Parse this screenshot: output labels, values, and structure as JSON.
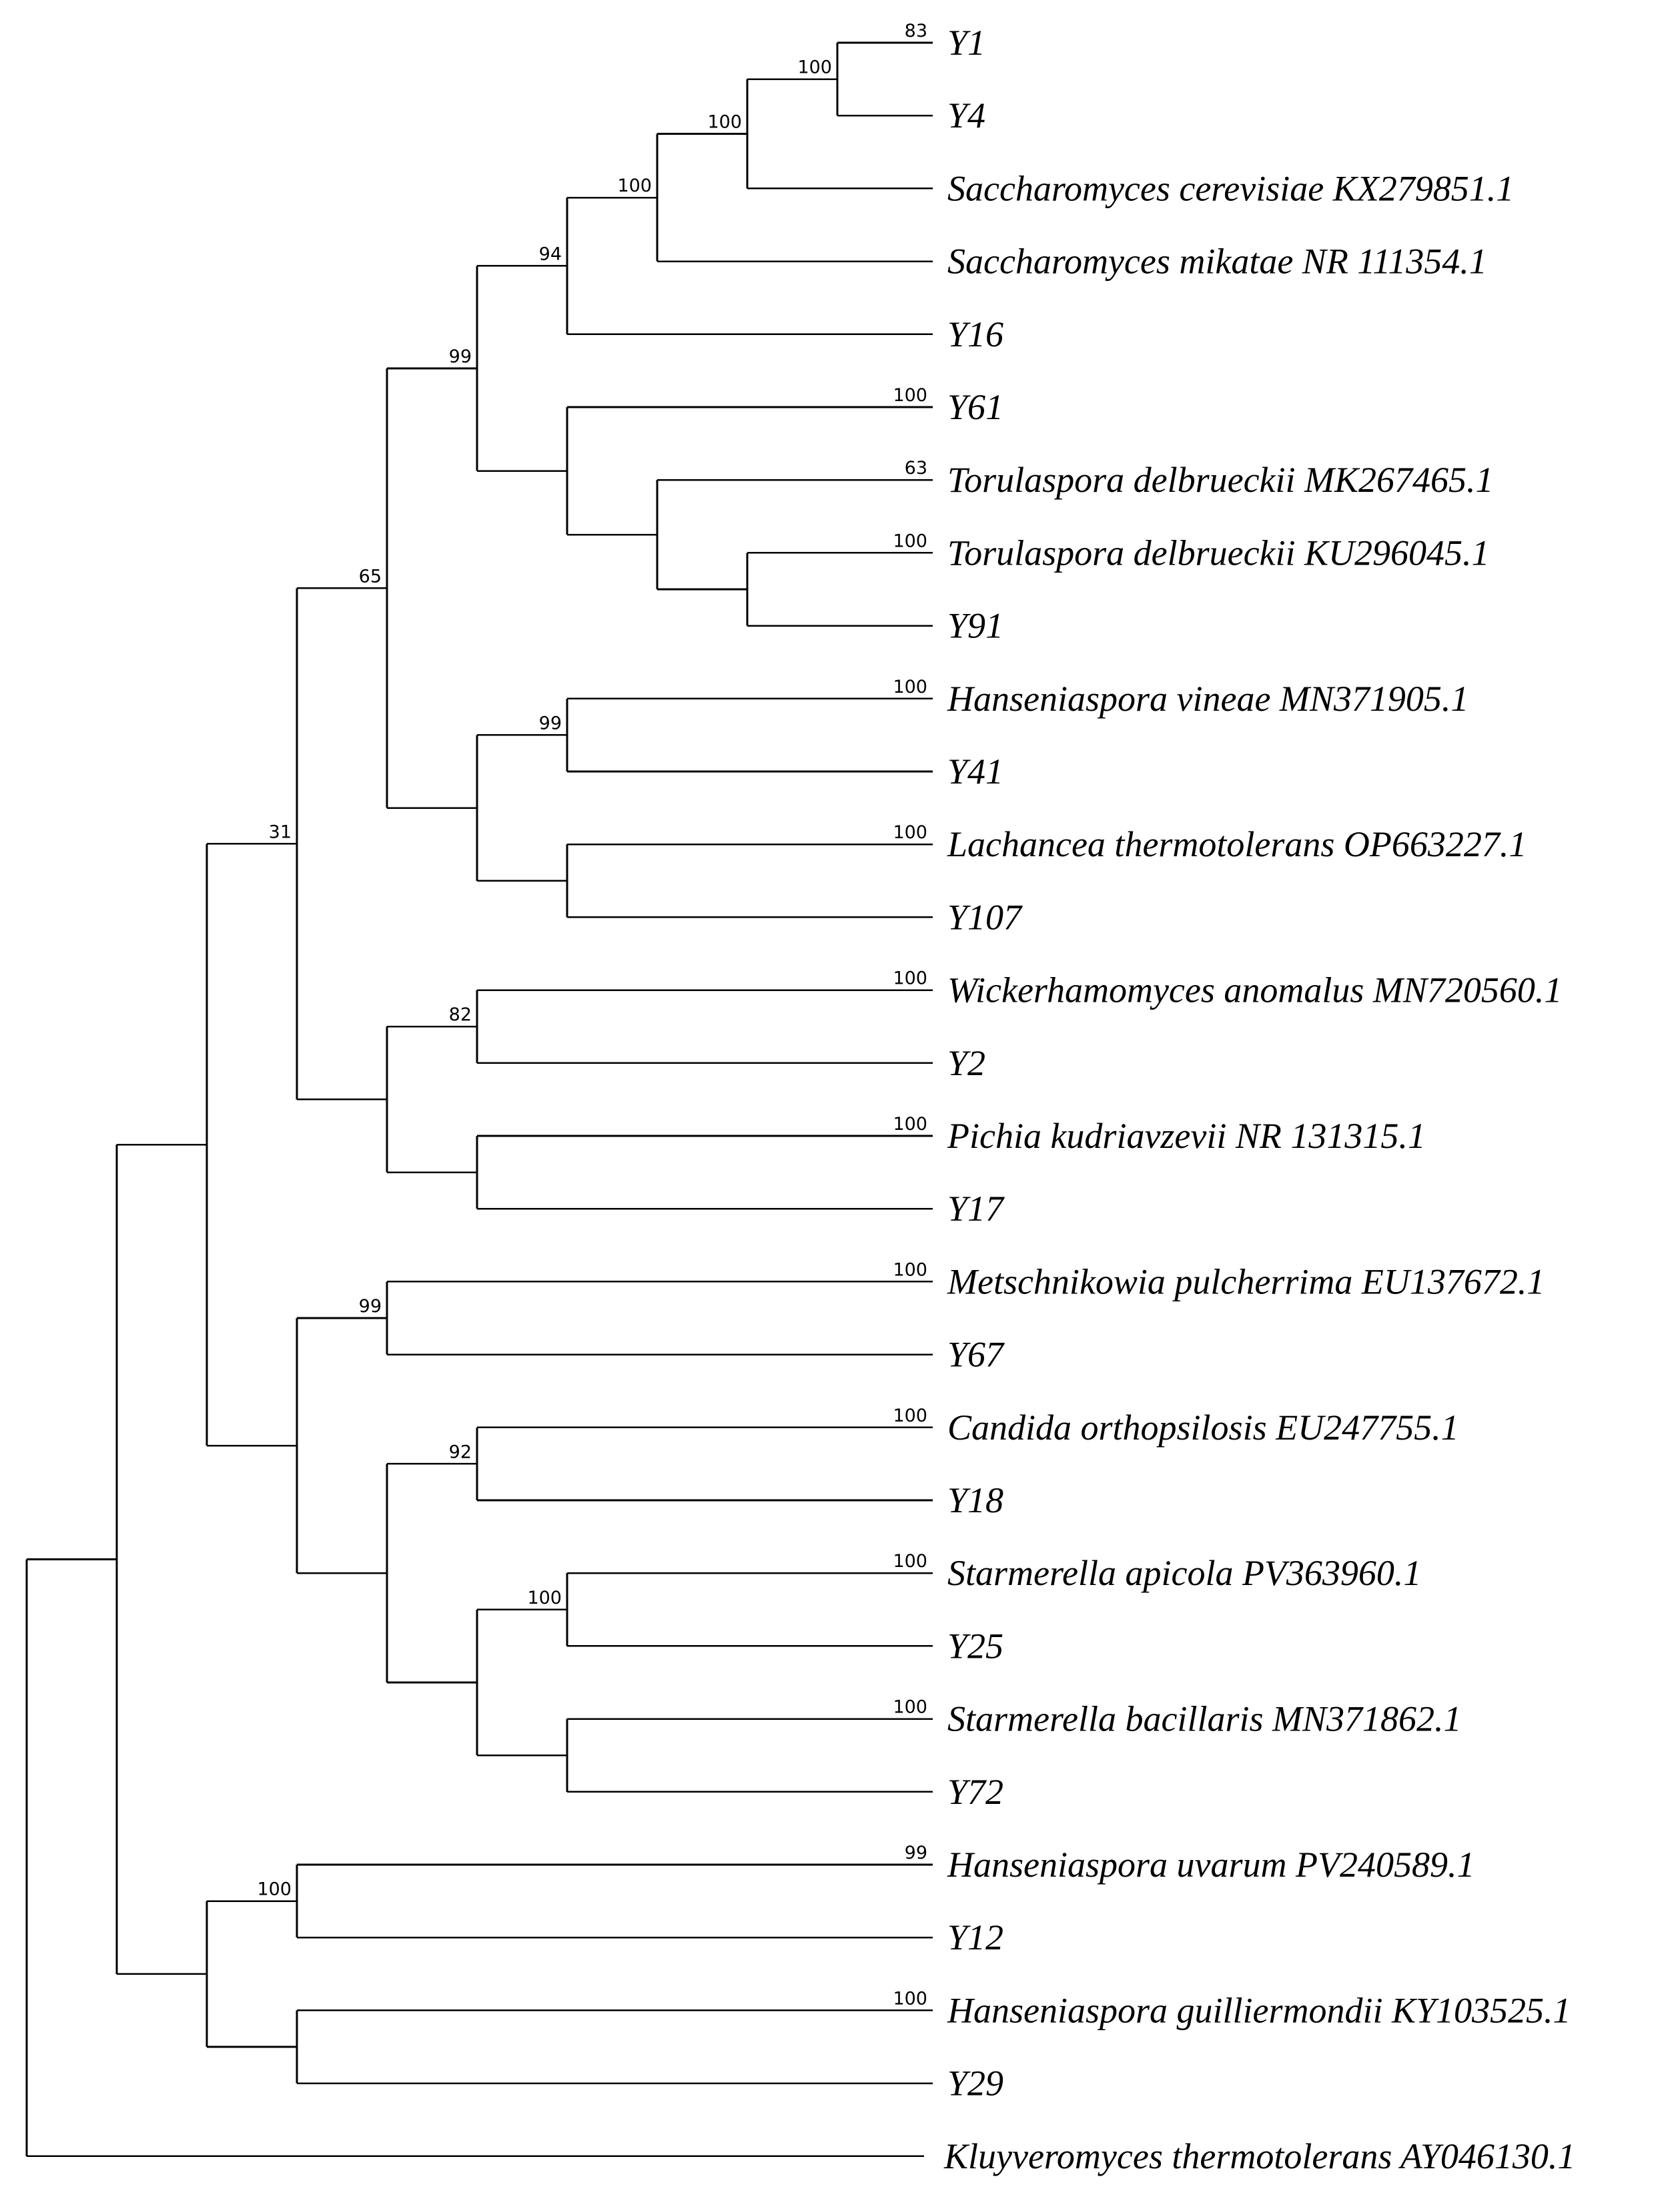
{
  "tree": {
    "children": [
      {
        "support": "31",
        "children": [
          {
            "support": "65",
            "children": [
              {
                "support": "99",
                "children": [
                  {
                    "support": "94",
                    "children": [
                      {
                        "support": "100",
                        "children": [
                          {
                            "support": "100",
                            "children": [
                              {
                                "support": "100",
                                "children": [
                                  {
                                    "support": "83",
                                    "children": [
                                      {
                                        "name": "Y1"
                                      },
                                      {
                                        "name": "Y4"
                                      }
                                    ]
                                  },
                                  {
                                    "name": "Saccharomyces cerevisiae KX279851.1"
                                  }
                                ]
                              },
                              {
                                "name": "Saccharomyces mikatae NR 111354.1"
                              }
                            ]
                          },
                          {
                            "name": "Y16"
                          }
                        ]
                      },
                      {
                        "support": "100",
                        "children": [
                          {
                            "name": "Y61"
                          },
                          {
                            "support": "63",
                            "children": [
                              {
                                "name": "Torulaspora delbrueckii MK267465.1"
                              },
                              {
                                "support": "100",
                                "children": [
                                  {
                                    "name": "Torulaspora delbrueckii KU296045.1"
                                  },
                                  {
                                    "name": "Y91"
                                  }
                                ]
                              }
                            ]
                          }
                        ]
                      }
                    ]
                  },
                  {
                    "support": "99",
                    "children": [
                      {
                        "support": "100",
                        "children": [
                          {
                            "name": "Hanseniaspora vineae MN371905.1"
                          },
                          {
                            "name": "Y41"
                          }
                        ]
                      },
                      {
                        "support": "100",
                        "children": [
                          {
                            "name": "Lachancea thermotolerans OP663227.1"
                          },
                          {
                            "name": "Y107"
                          }
                        ]
                      }
                    ]
                  }
                ]
              },
              {
                "support": "82",
                "children": [
                  {
                    "support": "100",
                    "children": [
                      {
                        "name": "Wickerhamomyces anomalus MN720560.1"
                      },
                      {
                        "name": "Y2"
                      }
                    ]
                  },
                  {
                    "support": "100",
                    "children": [
                      {
                        "name": "Pichia kudriavzevii NR 131315.1"
                      },
                      {
                        "name": "Y17"
                      }
                    ]
                  }
                ]
              }
            ]
          },
          {
            "support": "99",
            "children": [
              {
                "support": "100",
                "children": [
                  {
                    "name": "Metschnikowia pulcherrima EU137672.1"
                  },
                  {
                    "name": "Y67"
                  }
                ]
              },
              {
                "support": "92",
                "children": [
                  {
                    "support": "100",
                    "children": [
                      {
                        "name": "Candida orthopsilosis EU247755.1"
                      },
                      {
                        "name": "Y18"
                      }
                    ]
                  },
                  {
                    "support": "100",
                    "children": [
                      {
                        "support": "100",
                        "children": [
                          {
                            "name": "Starmerella apicola PV363960.1"
                          },
                          {
                            "name": "Y25"
                          }
                        ]
                      },
                      {
                        "support": "100",
                        "children": [
                          {
                            "name": "Starmerella bacillaris MN371862.1"
                          },
                          {
                            "name": "Y72"
                          }
                        ]
                      }
                    ]
                  }
                ]
              }
            ]
          }
        ]
      },
      {
        "support": "100",
        "children": [
          {
            "support": "99",
            "children": [
              {
                "name": "Hanseniaspora uvarum PV240589.1"
              },
              {
                "name": "Y12"
              }
            ]
          },
          {
            "support": "100",
            "children": [
              {
                "name": "Hanseniaspora guilliermondii KY103525.1"
              },
              {
                "name": "Y29"
              }
            ]
          }
        ]
      }
    ]
  },
  "outgroup": {
    "name": "Kluyveromyces thermotolerans AY046130.1"
  }
}
